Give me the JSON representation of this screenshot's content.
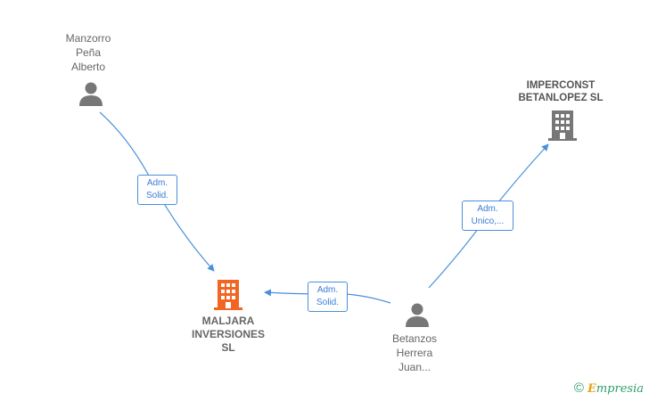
{
  "nodes": {
    "person_manzorro": {
      "lines": [
        "Manzorro",
        "Peña",
        "Alberto"
      ],
      "icon": "person-icon"
    },
    "company_imperconst": {
      "lines": [
        "IMPERCONST",
        "BETANLOPEZ SL"
      ],
      "icon": "building-icon"
    },
    "company_maljara": {
      "lines": [
        "MALJARA",
        "INVERSIONES",
        "SL"
      ],
      "icon": "building-icon",
      "accent": "#f26522"
    },
    "person_betanzos": {
      "lines": [
        "Betanzos",
        "Herrera",
        "Juan..."
      ],
      "icon": "person-icon"
    }
  },
  "edges": {
    "manzorro_to_maljara": {
      "lines": [
        "Adm.",
        "Solid."
      ]
    },
    "betanzos_to_maljara": {
      "lines": [
        "Adm.",
        "Solid."
      ]
    },
    "betanzos_to_imperconst": {
      "lines": [
        "Adm.",
        "Unico,..."
      ]
    }
  },
  "brand": {
    "symbol": "©",
    "initial": "E",
    "rest": "mpresia"
  },
  "colors": {
    "edge": "#4a90d9",
    "icon_gray": "#777777",
    "accent": "#f26522"
  }
}
